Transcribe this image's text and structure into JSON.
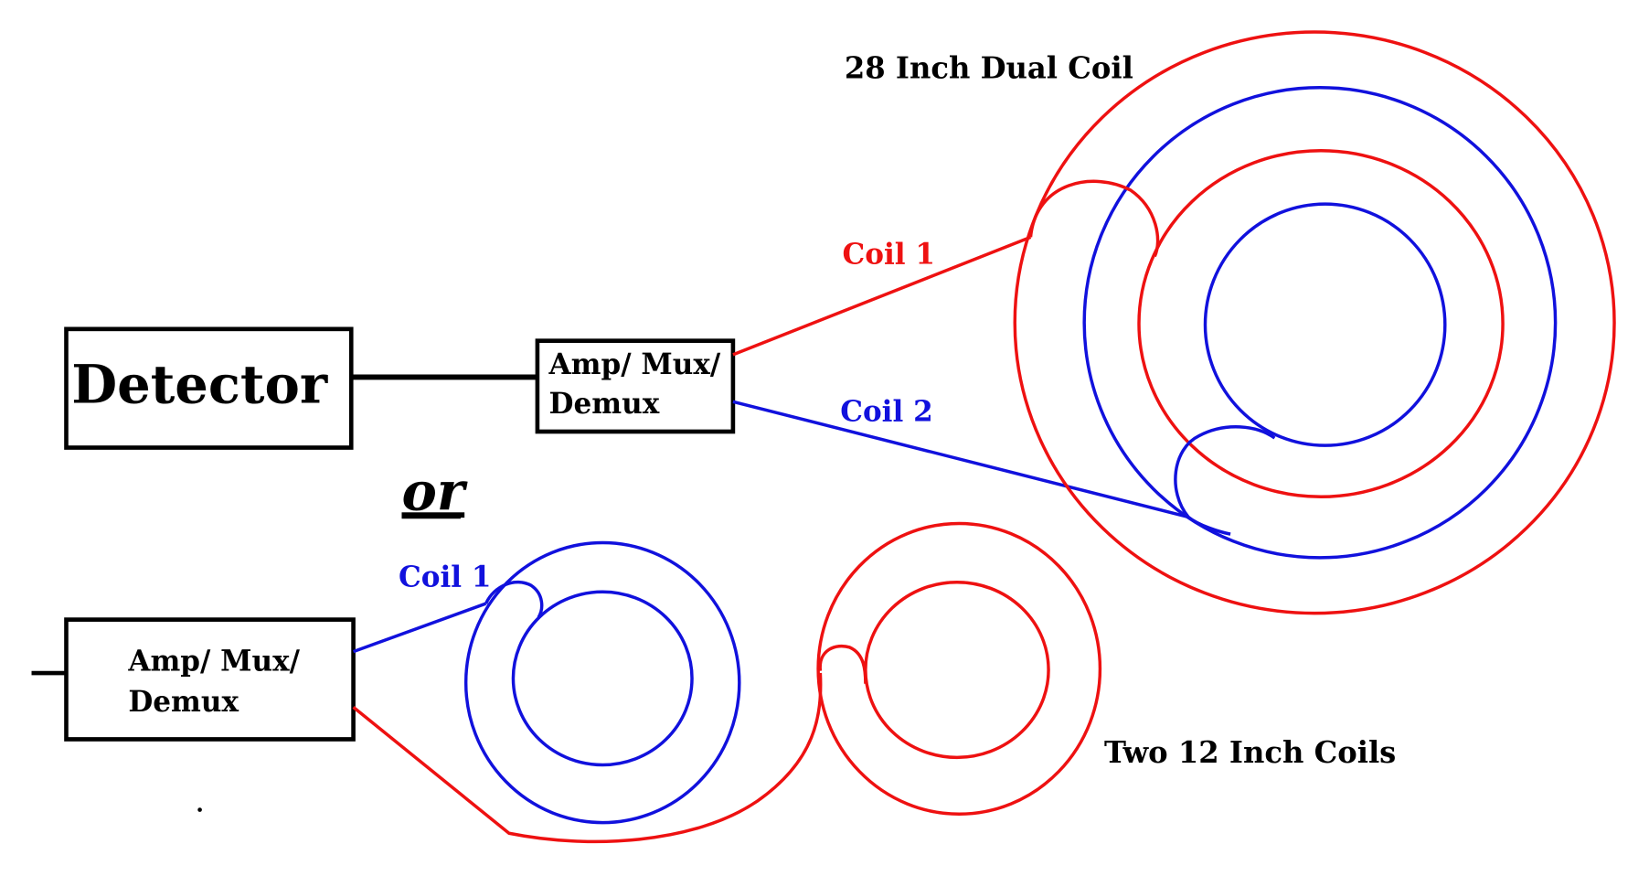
{
  "colors": {
    "coil_red": "#ee1111",
    "coil_blue": "#1111dd",
    "ink": "#000000"
  },
  "top": {
    "detector_label": "Detector",
    "amp_line1": "Amp/ Mux/",
    "amp_line2": "Demux",
    "coil1_label": "Coil 1",
    "coil2_label": "Coil 2",
    "dual_coil_title": "28 Inch Dual Coil"
  },
  "separator": "or",
  "bottom": {
    "amp_line1": "Amp/ Mux/",
    "amp_line2": "Demux",
    "coil1_label": "Coil 1",
    "two_coils_title": "Two 12 Inch Coils"
  }
}
